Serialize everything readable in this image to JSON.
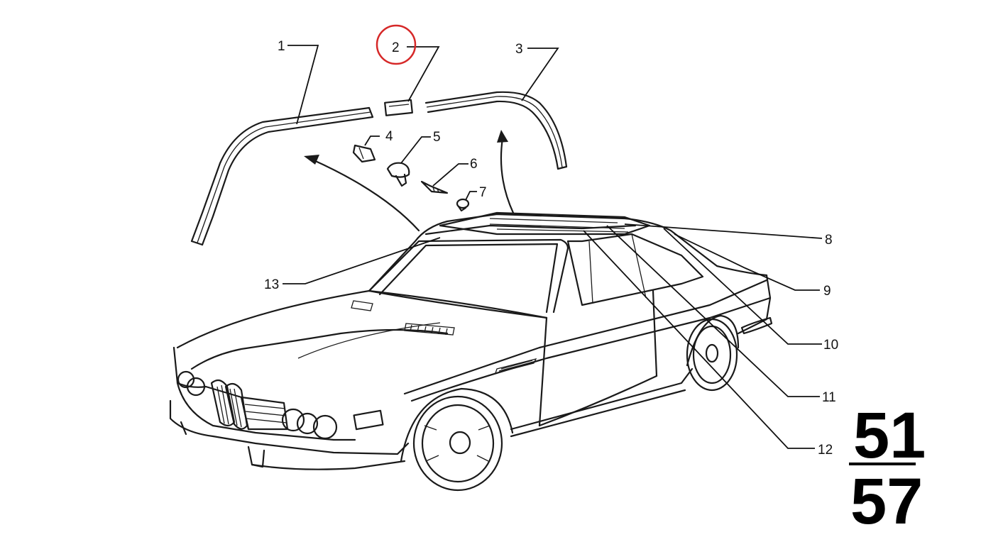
{
  "callouts": {
    "c1": "1",
    "c2": "2",
    "c3": "3",
    "c4": "4",
    "c5": "5",
    "c6": "6",
    "c7": "7",
    "c8": "8",
    "c9": "9",
    "c10": "10",
    "c11": "11",
    "c12": "12",
    "c13": "13"
  },
  "highlighted_callout": "2",
  "highlight_color": "#d62828",
  "group_number": {
    "top": "51",
    "bottom": "57"
  }
}
